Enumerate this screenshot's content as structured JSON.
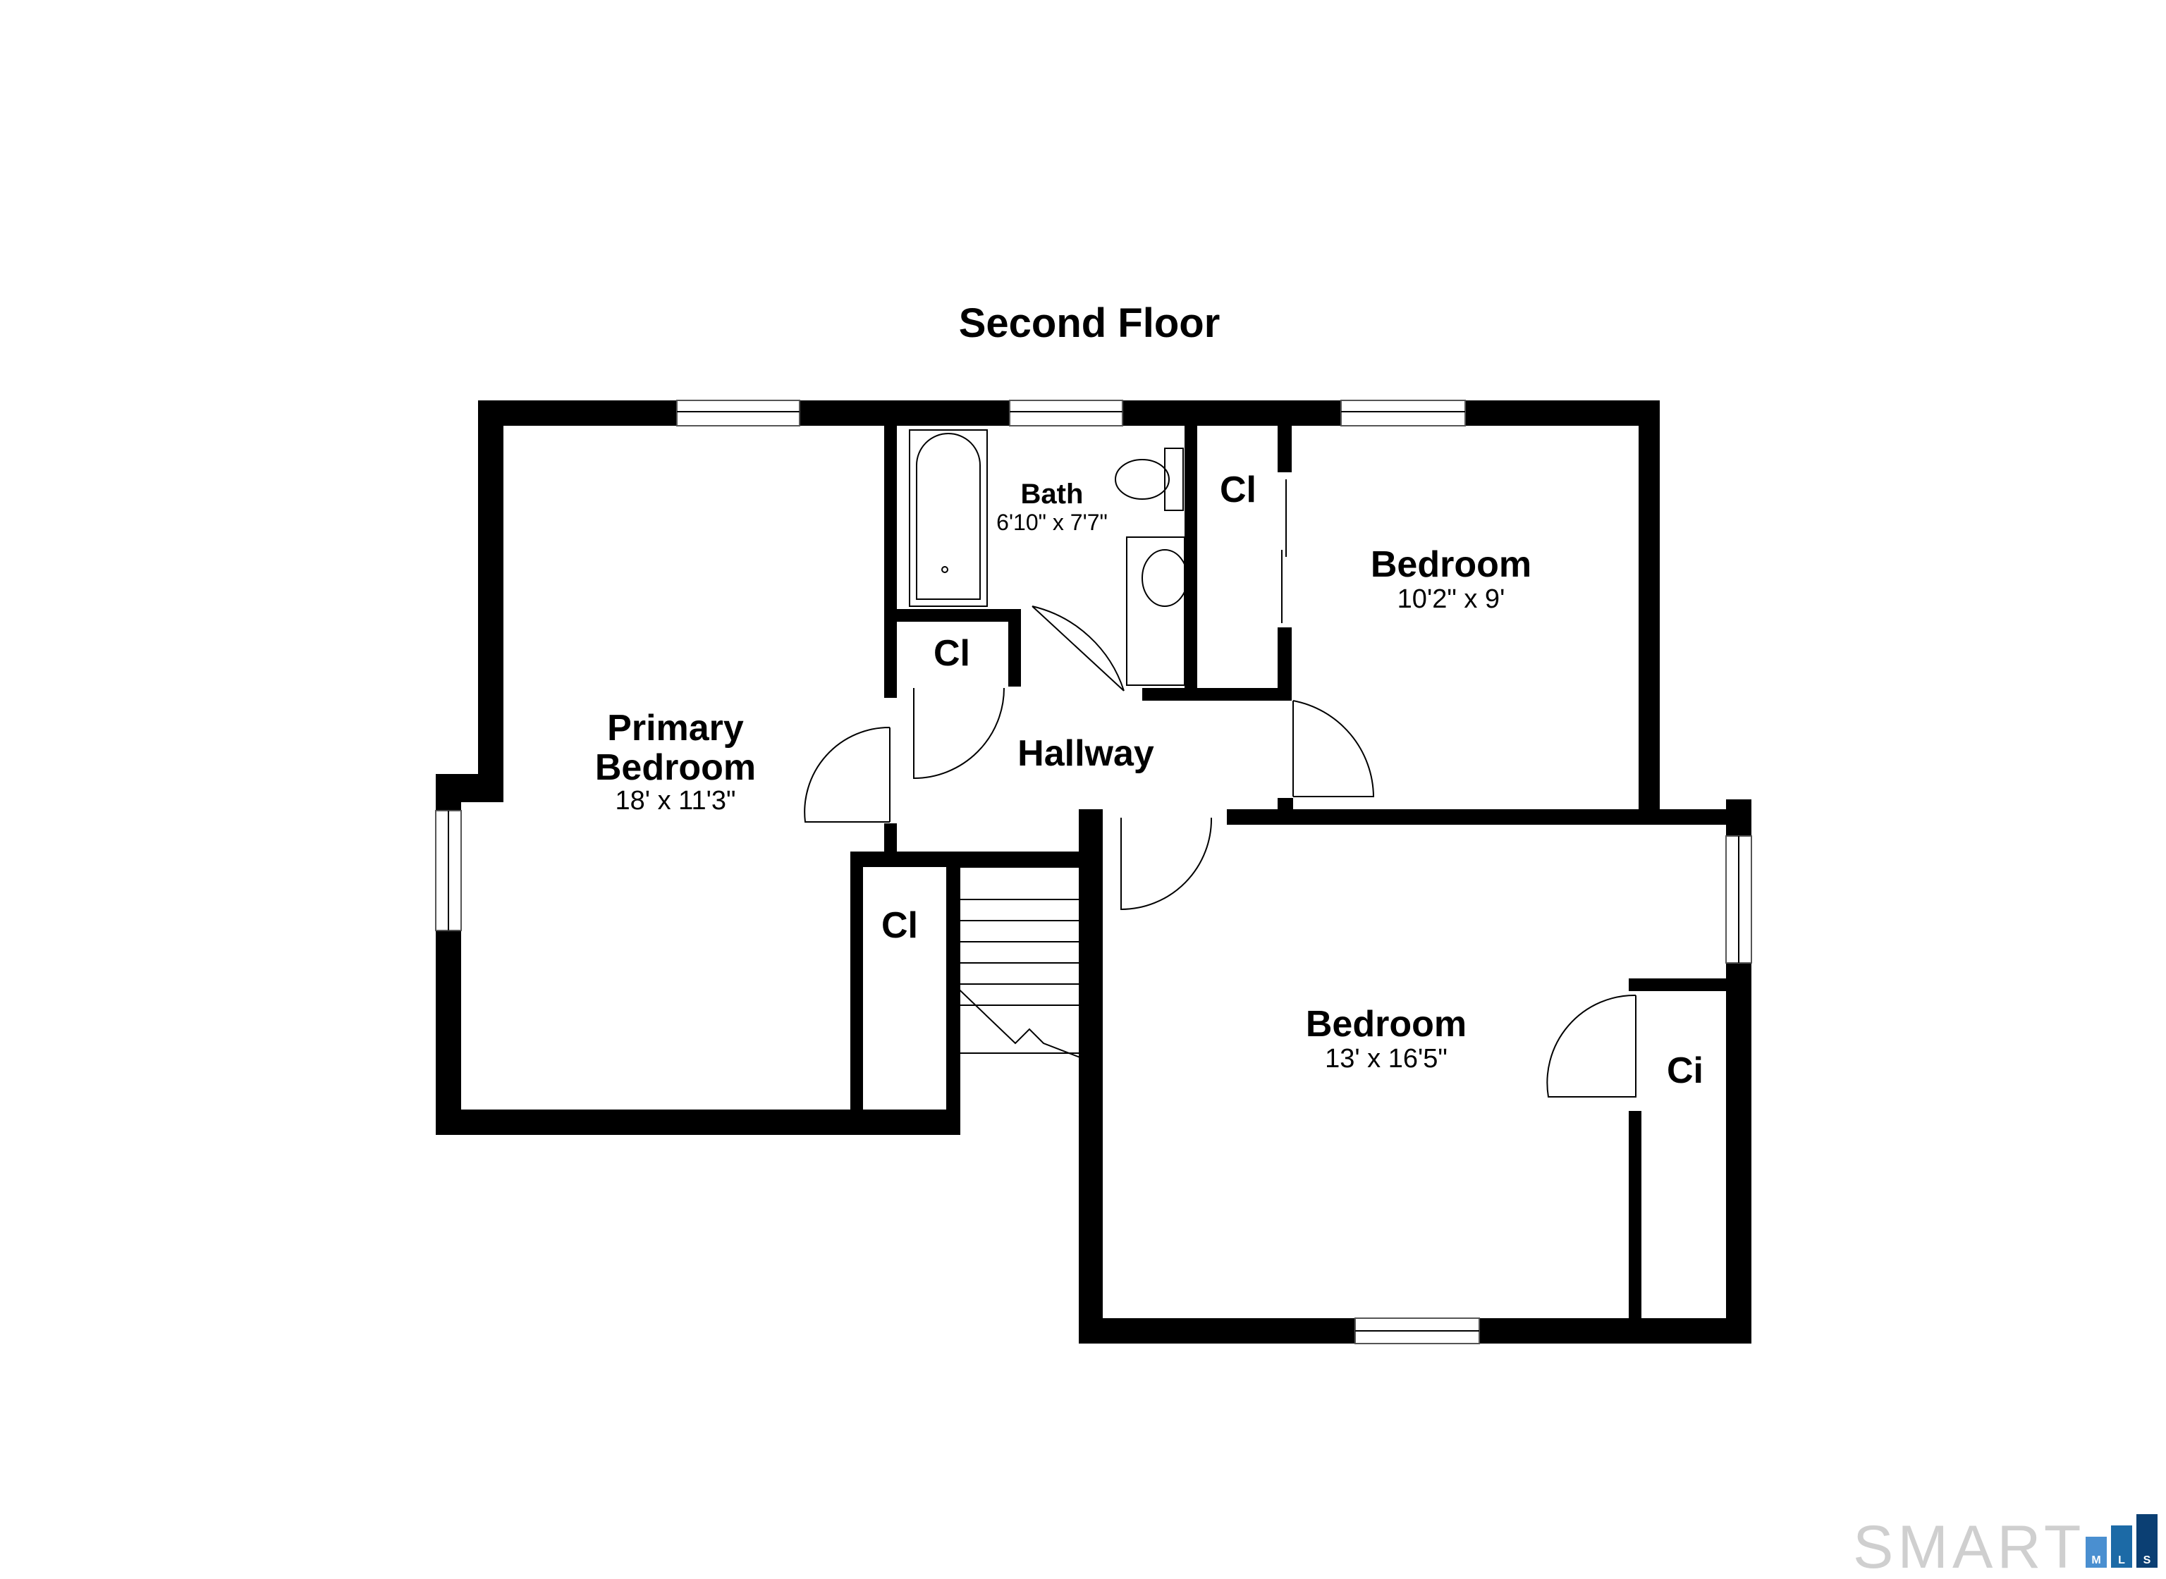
{
  "title": "Second Floor",
  "rooms": {
    "primary_bedroom": {
      "name_line1": "Primary",
      "name_line2": "Bedroom",
      "dims": "18' x 11'3\""
    },
    "bath": {
      "name": "Bath",
      "dims": "6'10\" x 7'7\""
    },
    "bedroom_ne": {
      "name": "Bedroom",
      "dims": "10'2\" x 9'"
    },
    "bedroom_s": {
      "name": "Bedroom",
      "dims": "13' x 16'5\""
    },
    "hallway": {
      "name": "Hallway"
    },
    "closets": [
      "Cl",
      "Cl",
      "Cl",
      "Ci"
    ]
  },
  "logo": {
    "text": "SMART",
    "letters": [
      "M",
      "L",
      "S"
    ],
    "colors": [
      "#4a8fd0",
      "#1c6aa6",
      "#0b3f73"
    ]
  },
  "colors": {
    "wall": "#000000",
    "background": "#ffffff"
  }
}
